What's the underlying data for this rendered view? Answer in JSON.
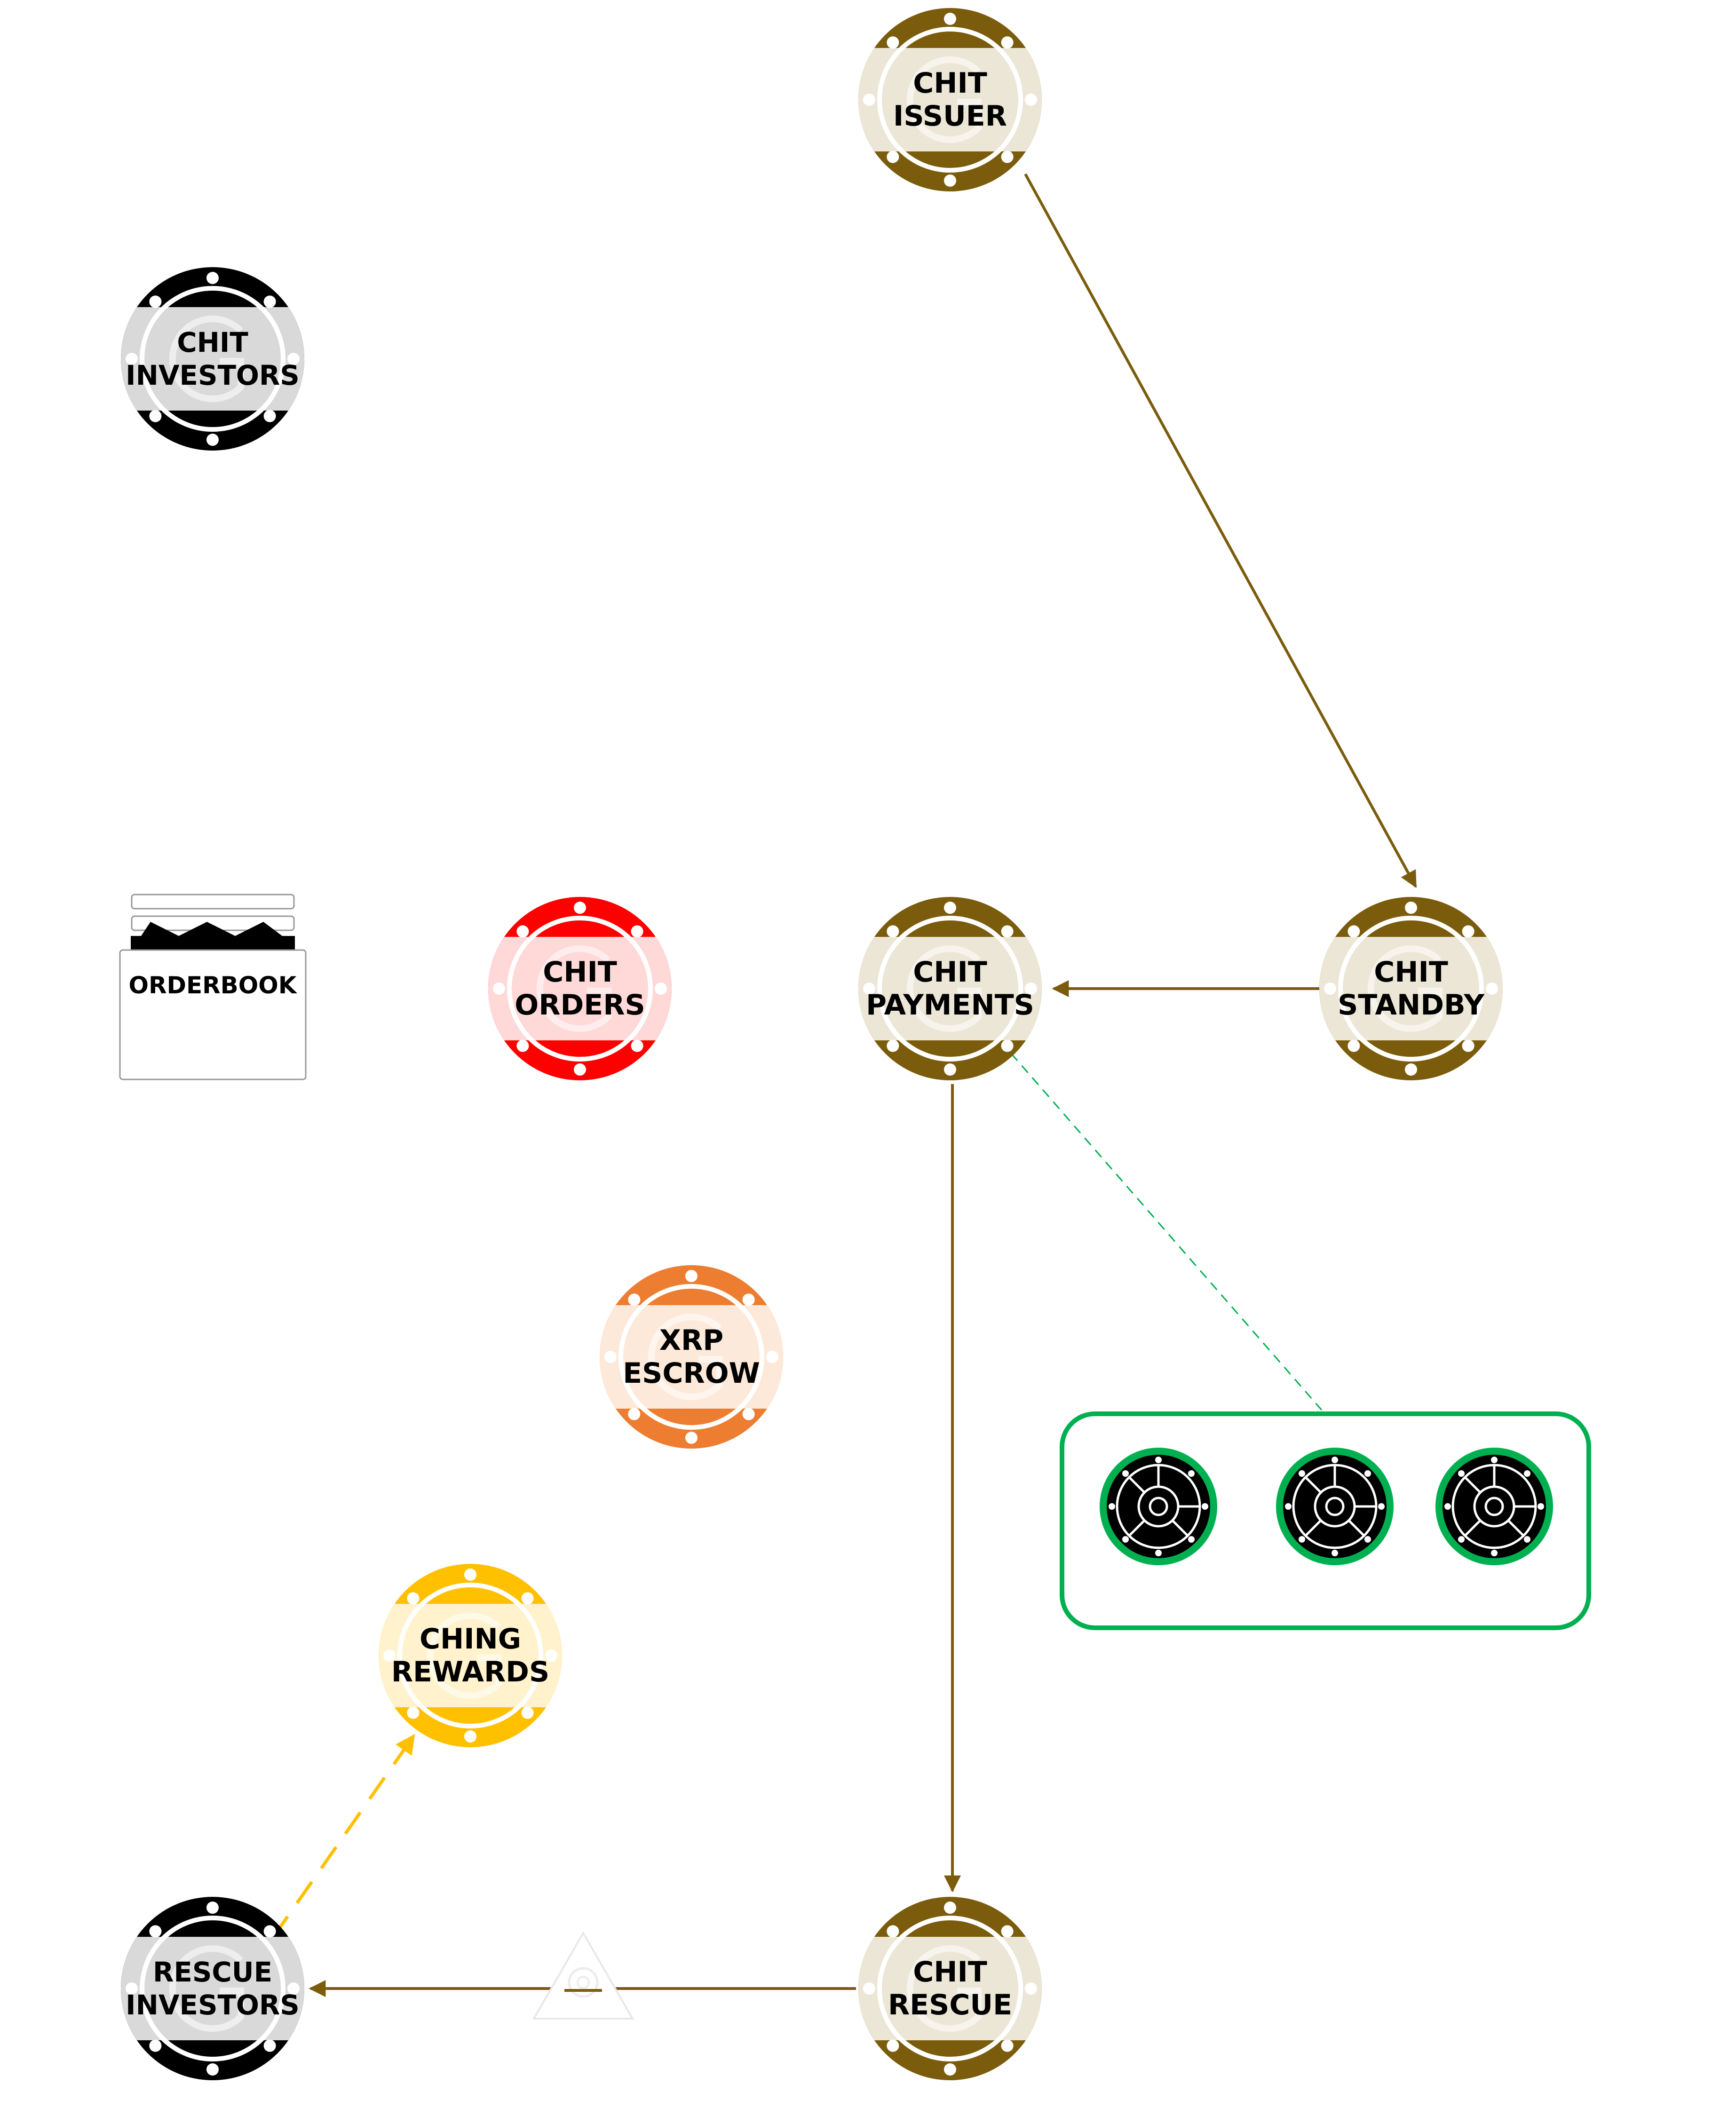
{
  "colors": {
    "brown": "#7a5c0c",
    "brown_light": "#ece6d6",
    "black": "#000000",
    "grey_light": "#d9d9d9",
    "red": "#ff0000",
    "red_light": "#ffd8d8",
    "orange": "#ed7d31",
    "orange_light": "#fde9d9",
    "yellow": "#ffc000",
    "yellow_light": "#fff2cc",
    "green": "#00b050",
    "edge_brown": "#7a5c0c",
    "edge_yellow": "#ffc000",
    "edge_green": "#00b050"
  },
  "nodes": {
    "chit_issuer": {
      "line1": "CHIT",
      "line2": "ISSUER"
    },
    "chit_investors": {
      "line1": "CHIT",
      "line2": "INVESTORS"
    },
    "orderbook": {
      "label": "ORDERBOOK"
    },
    "chit_orders": {
      "line1": "CHIT",
      "line2": "ORDERS"
    },
    "chit_payments": {
      "line1": "CHIT",
      "line2": "PAYMENTS"
    },
    "chit_standby": {
      "line1": "CHIT",
      "line2": "STANDBY"
    },
    "xrp_escrow": {
      "line1": "XRP",
      "line2": "ESCROW"
    },
    "ching_rewards": {
      "line1": "CHING",
      "line2": "REWARDS"
    },
    "rescue_investors": {
      "line1": "RESCUE",
      "line2": "INVESTORS"
    },
    "chit_rescue": {
      "line1": "CHIT",
      "line2": "RESCUE"
    }
  },
  "icons": {
    "vault_icon": "vault-dial-icon",
    "warning_icon": "warning-triangle-icon"
  },
  "edges": [
    {
      "from": "chit_issuer",
      "to": "chit_standby",
      "style": "solid",
      "color": "brown"
    },
    {
      "from": "chit_standby",
      "to": "chit_payments",
      "style": "solid",
      "color": "brown"
    },
    {
      "from": "chit_payments",
      "to": "chit_rescue",
      "style": "solid",
      "color": "brown"
    },
    {
      "from": "chit_rescue",
      "to": "rescue_investors",
      "style": "solid",
      "color": "brown"
    },
    {
      "from": "rescue_investors",
      "to": "ching_rewards",
      "style": "dashed",
      "color": "yellow"
    },
    {
      "from": "chit_payments",
      "to": "vault_group",
      "style": "dashed",
      "color": "green"
    }
  ]
}
